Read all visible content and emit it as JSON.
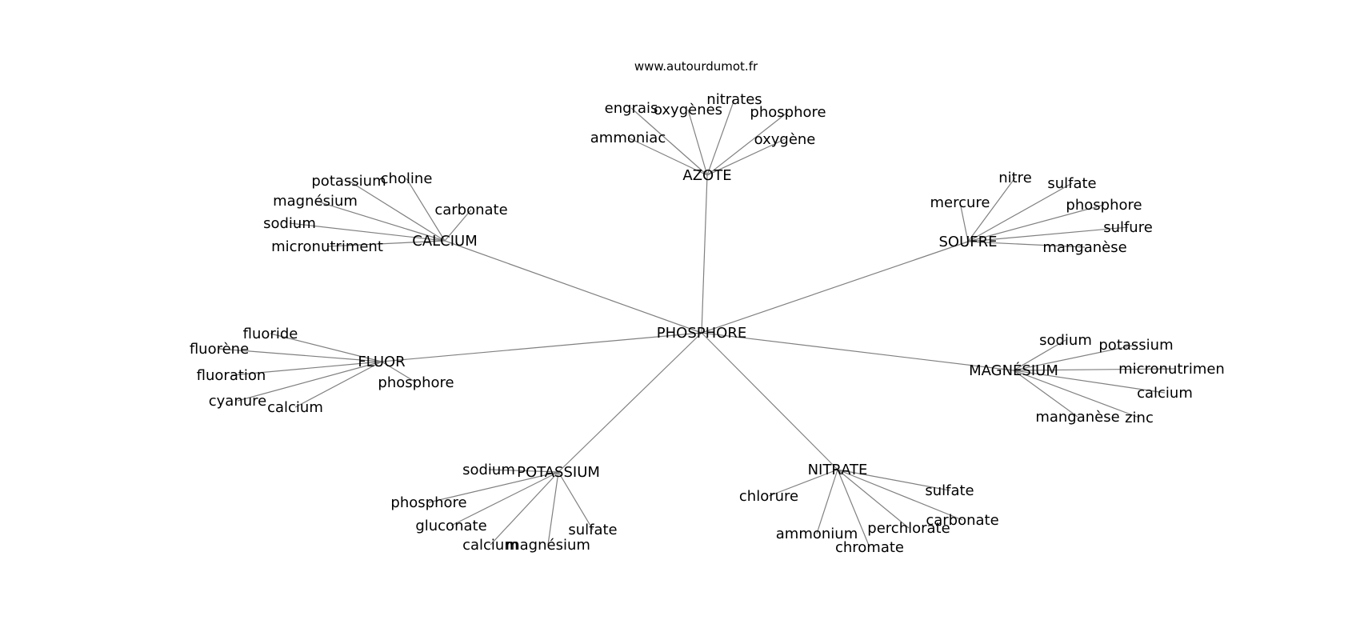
{
  "watermark": "www.autourdumot.fr",
  "colors": {
    "edge": "#808080",
    "text": "#000000",
    "background": "#ffffff"
  },
  "diagram": {
    "root": "PHOSPHORE",
    "groups": [
      {
        "key": "azote",
        "label": "AZOTE",
        "children": [
          "engrais",
          "oxygènes",
          "nitrates",
          "phosphore",
          "ammoniac",
          "oxygène"
        ]
      },
      {
        "key": "calcium",
        "label": "CALCIUM",
        "children": [
          "potassium",
          "choline",
          "magnésium",
          "carbonate",
          "sodium",
          "micronutriment"
        ]
      },
      {
        "key": "soufre",
        "label": "SOUFRE",
        "children": [
          "nitre",
          "sulfate",
          "mercure",
          "phosphore",
          "sulfure",
          "manganèse"
        ]
      },
      {
        "key": "fluor",
        "label": "FLUOR",
        "children": [
          "fluoride",
          "fluorène",
          "fluoration",
          "cyanure",
          "calcium",
          "phosphore"
        ]
      },
      {
        "key": "magnesium",
        "label": "MAGNÉSIUM",
        "children": [
          "sodium",
          "potassium",
          "micronutriment",
          "calcium",
          "manganèse",
          "zinc"
        ]
      },
      {
        "key": "potassium",
        "label": "POTASSIUM",
        "children": [
          "sodium",
          "phosphore",
          "gluconate",
          "calcium",
          "magnésium",
          "sulfate"
        ]
      },
      {
        "key": "nitrate",
        "label": "NITRATE",
        "children": [
          "chlorure",
          "sulfate",
          "carbonate",
          "ammonium",
          "perchlorate",
          "chromate"
        ]
      }
    ]
  }
}
